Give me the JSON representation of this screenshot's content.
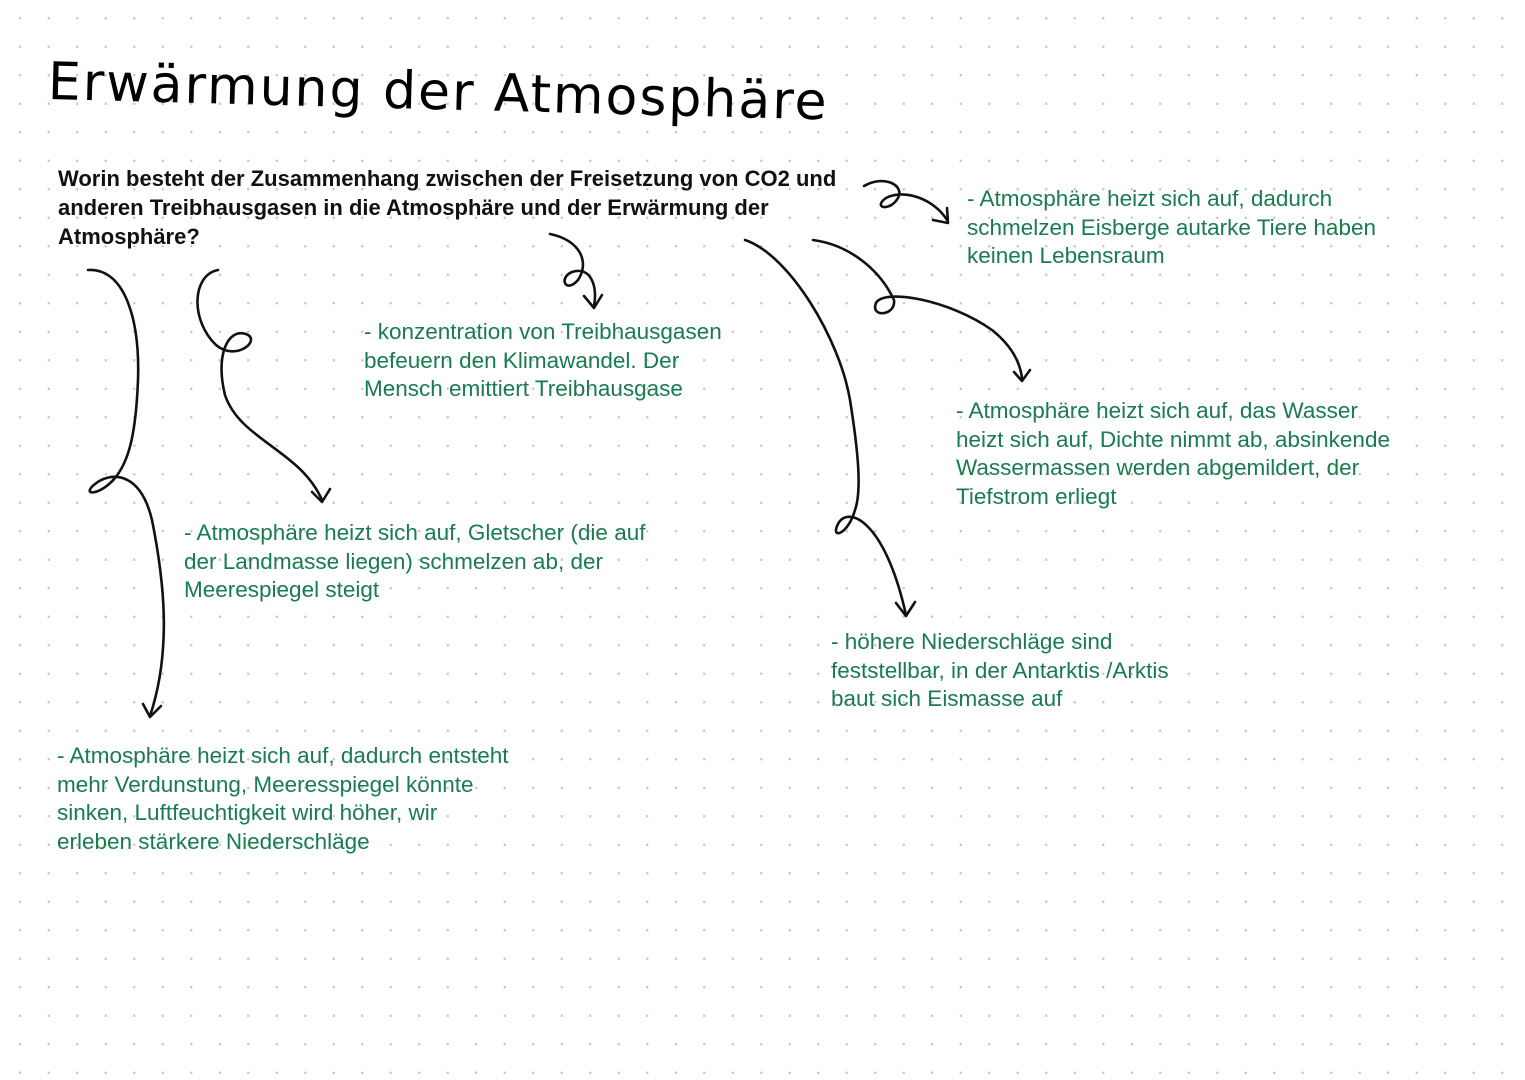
{
  "title": "Erwärmung der Atmosphäre",
  "question": "Worin besteht der Zusammenhang zwischen der Freisetzung von CO2 und anderen Treibhausgasen in die Atmosphäre und der Erwärmung der Atmosphäre?",
  "notes": {
    "treibhaus": "- konzentration von Treibhausgasen\nbefeuern den Klimawandel. Der\nMensch emittiert Treibhausgase",
    "eisberge": "- Atmosphäre heizt sich auf, dadurch\nschmelzen Eisberge autarke Tiere haben\nkeinen Lebensraum",
    "wasser": "- Atmosphäre heizt sich auf, das Wasser\nheizt sich auf, Dichte nimmt ab, absinkende\nWassermassen werden abgemildert, der\nTiefstrom erliegt",
    "gletscher": "- Atmosphäre heizt sich auf, Gletscher (die auf\nder Landmasse liegen) schmelzen ab, der\nMeerespiegel steigt",
    "niederschlag": "- höhere Niederschläge sind\nfeststellbar, in der Antarktis /Arktis\nbaut sich Eismasse auf",
    "verdunstung": "- Atmosphäre heizt sich auf, dadurch entsteht\nmehr Verdunstung, Meeresspiegel könnte\nsinken, Luftfeuchtigkeit wird höher, wir\nerleben stärkere Niederschläge"
  },
  "colors": {
    "note_text": "#1a7a50",
    "ink": "#111111",
    "grid_dot": "#c9c9c9"
  }
}
